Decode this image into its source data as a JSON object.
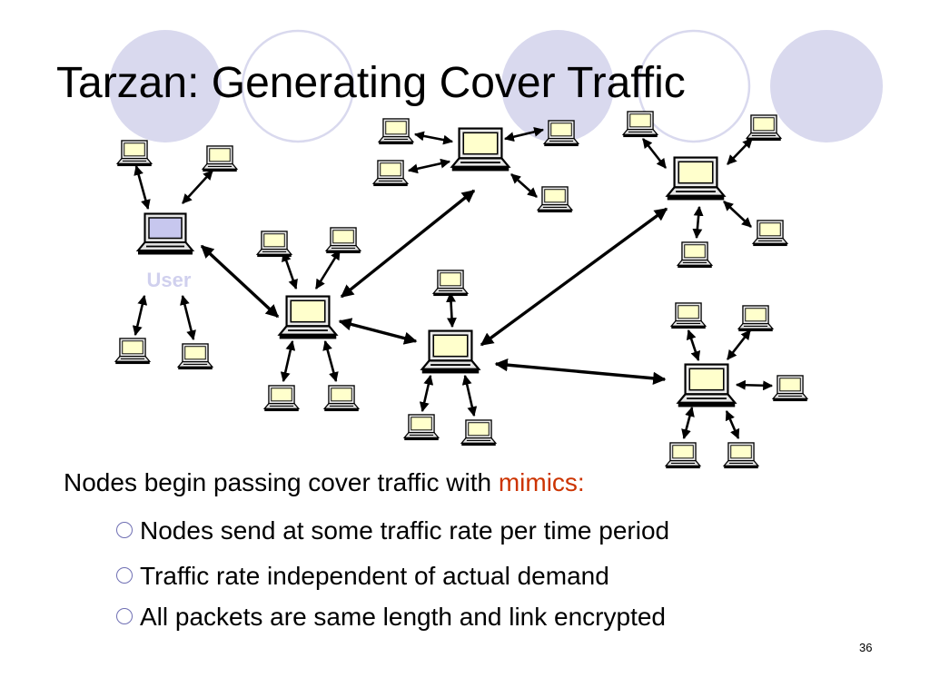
{
  "slide": {
    "title": "Tarzan: Generating Cover Traffic",
    "number": "36"
  },
  "diagram": {
    "user_label": "User",
    "node_icon": "laptop-computer-icon",
    "link_icon": "double-headed-arrow-icon"
  },
  "body": {
    "lead_text": "Nodes begin passing cover traffic with ",
    "lead_highlight": "mimics:",
    "bullets": [
      "Nodes send at some traffic rate per time period",
      "Traffic rate independent of actual demand",
      "All packets are same length and link encrypted"
    ]
  },
  "colors": {
    "accent": "#d9d9ee",
    "circle_outline": "#d9d9ee",
    "highlight": "#cc3300",
    "user_label": "#d0d0ee",
    "laptop_screen": "#ffffcc",
    "bullet_ring": "#6f6fb3"
  }
}
